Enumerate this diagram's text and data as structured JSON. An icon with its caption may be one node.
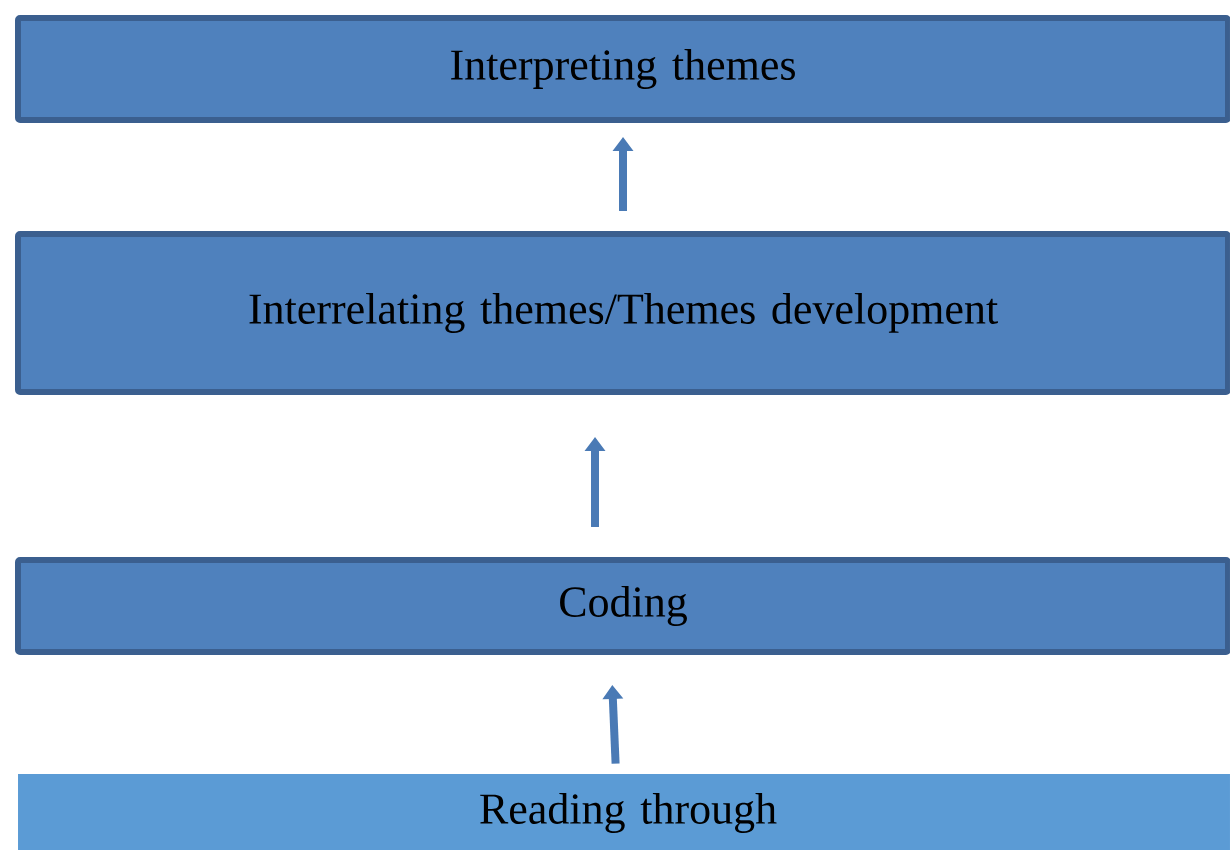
{
  "diagram": {
    "nodes": [
      {
        "text": [
          "Interpreting themes"
        ]
      },
      {
        "text": [
          "Interrelating themes/Themes development"
        ]
      },
      {
        "text": [
          "Coding"
        ]
      },
      {
        "text": [
          "Reading through"
        ]
      }
    ],
    "edges": [
      {
        "from": 3,
        "to": 2,
        "arrow": "to"
      },
      {
        "from": 2,
        "to": 1,
        "arrow": "to"
      },
      {
        "from": 1,
        "to": 0,
        "arrow": "to"
      }
    ]
  }
}
